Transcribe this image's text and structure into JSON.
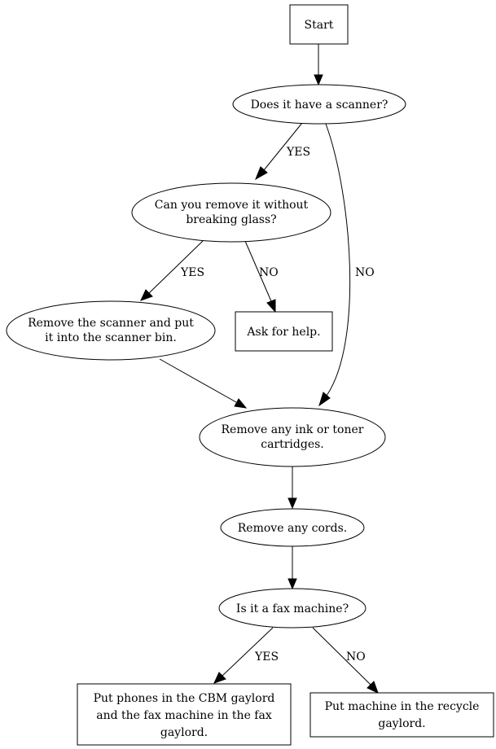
{
  "nodes": {
    "start": "Start",
    "has_scanner": "Does it have a scanner?",
    "remove_no_glass_1": "Can you remove it without",
    "remove_no_glass_2": "breaking glass?",
    "remove_scanner_1": "Remove the scanner and put",
    "remove_scanner_2": "it into the scanner bin.",
    "ask_help": "Ask for help.",
    "remove_ink_1": "Remove any ink or toner",
    "remove_ink_2": "cartridges.",
    "remove_cords": "Remove any cords.",
    "is_fax": "Is it a fax machine?",
    "phones_1": "Put phones in the CBM gaylord",
    "phones_2": "and the fax machine in the fax",
    "phones_3": "gaylord.",
    "recycle_1": "Put machine in the recycle",
    "recycle_2": "gaylord."
  },
  "edges": {
    "scanner_yes": "YES",
    "scanner_no": "NO",
    "glass_yes": "YES",
    "glass_no": "NO",
    "fax_yes": "YES",
    "fax_no": "NO"
  }
}
